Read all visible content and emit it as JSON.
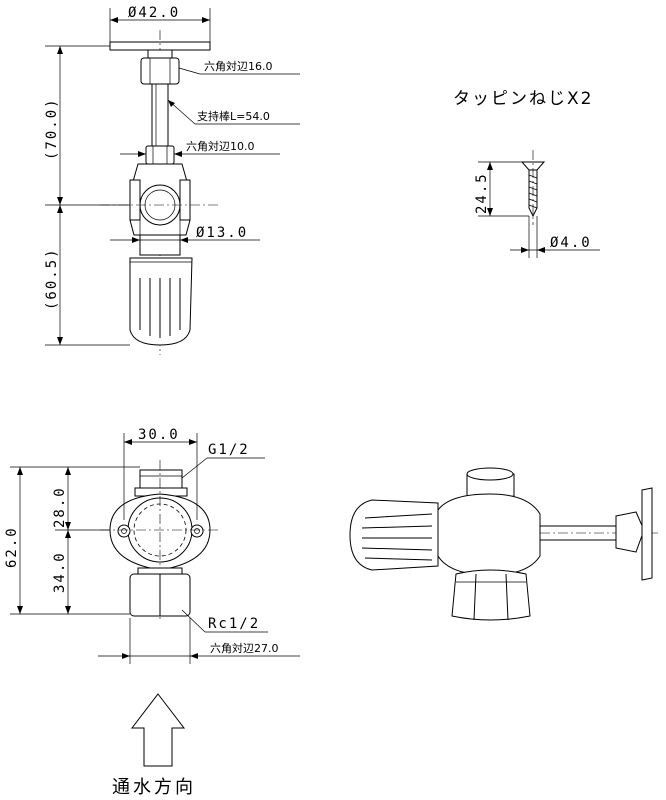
{
  "front_view": {
    "plate_diameter": "Ø42.0",
    "hex_top": "六角対辺16.0",
    "support_rod": "支持棒L=54.0",
    "hex_mid": "六角対辺10.0",
    "bore_diameter": "Ø13.0",
    "height_upper": "(70.0)",
    "height_lower": "(60.5)"
  },
  "screw": {
    "title": "タッピンねじX2",
    "length": "24.5",
    "diameter": "Ø4.0"
  },
  "side_view": {
    "width_top": "30.0",
    "thread_top": "G1/2",
    "height_total": "62.0",
    "height_upper": "28.0",
    "height_lower": "34.0",
    "thread_bottom": "Rc1/2",
    "hex_bottom": "六角対辺27.0"
  },
  "flow": {
    "label": "通水方向"
  }
}
